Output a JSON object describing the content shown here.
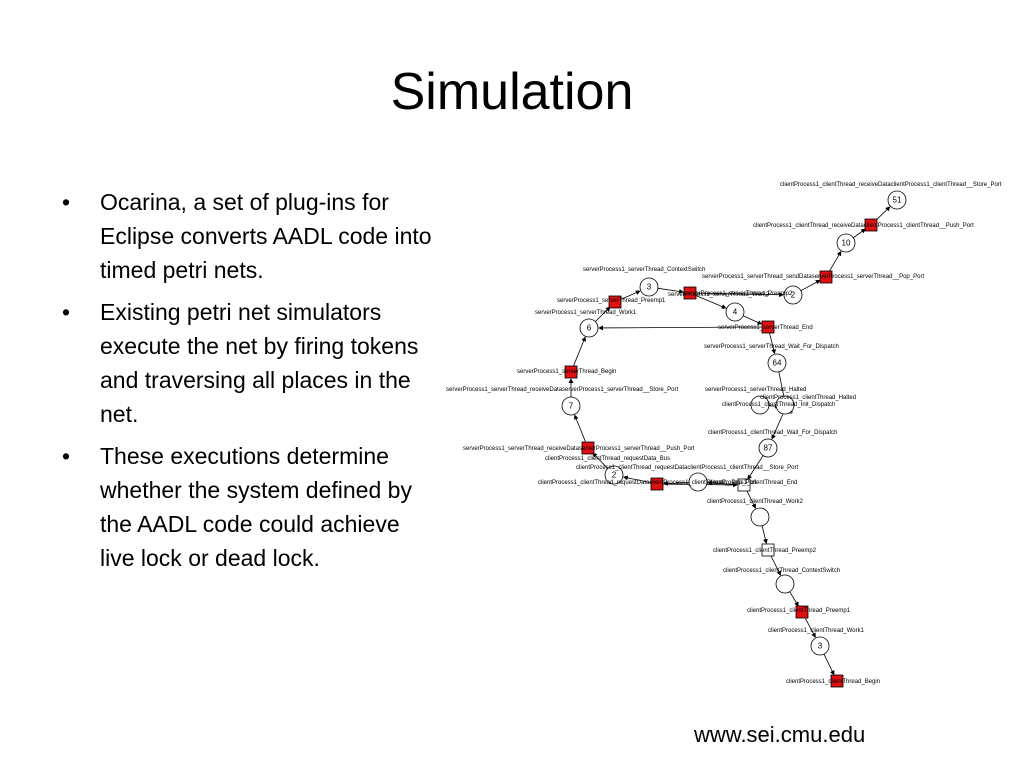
{
  "slide": {
    "title": "Simulation",
    "bullets": [
      "Ocarina, a set of plug-ins for Eclipse converts AADL code into timed petri nets.",
      "Existing petri net simulators execute the net by firing tokens and traversing all places in the net.",
      "These executions determine whether the system defined by the AADL code could achieve live lock or dead lock."
    ],
    "bullet_symbol": "•",
    "footer": "www.sei.cmu.edu"
  },
  "diagram": {
    "colors": {
      "transition": "#dd1111",
      "stroke": "#000000"
    },
    "tokens": [
      "51",
      "10",
      "3",
      "2",
      "4",
      "6",
      "64",
      "7",
      "87",
      "2",
      "3"
    ],
    "labels": [
      "clientProcess1_clientThread_receiveDataclientProcess1_clientThread__Store_Port",
      "clientProcess1_clientThread_receiveDataclientProcess1_clientThread__Push_Port",
      "serverProcess1_serverThread_ContextSwitch",
      "serverProcess1_serverThread_sendDataserverProcess1_serverThread__Pop_Port",
      "serverProcess1_serverThread_Preemp1",
      "serverProcess1_serverThread_Preemp2",
      "serverProcess1_serverThread_Work2",
      "serverProcess1_serverThread_Work1",
      "serverProcess1_serverThread_End",
      "serverProcess1_serverThread_Wait_For_Dispatch",
      "serverProcess1_serverThread_Begin",
      "serverProcess1_serverThread_receiveDataserverProcess1_serverThread__Store_Port",
      "serverProcess1_serverThread_Halted",
      "clientProcess1_clientThread_Halted",
      "clientProcess1_clientThread_Init_Dispatch",
      "clientProcess1_clientThread_Wait_For_Dispatch",
      "serverProcess1_serverThread_receiveDataserverProcess1_serverThread__Push_Port",
      "clientProcess1_clientThread_requestData_Bus",
      "clientProcess1_clientThread_requestDataclientProcess1_clientThread__Store_Port",
      "clientProcess1_clientThread_requestDataclientProcess1_clientThread__Pop_Port",
      "clientProcess1_clientThread_End",
      "clientProcess1_clientThread_Work2",
      "clientProcess1_clientThread_Preemp2",
      "clientProcess1_clientThread_ContextSwitch",
      "clientProcess1_clientThread_Preemp1",
      "clientProcess1_clientThread_Work1",
      "clientProcess1_clientThread_Begin"
    ]
  }
}
